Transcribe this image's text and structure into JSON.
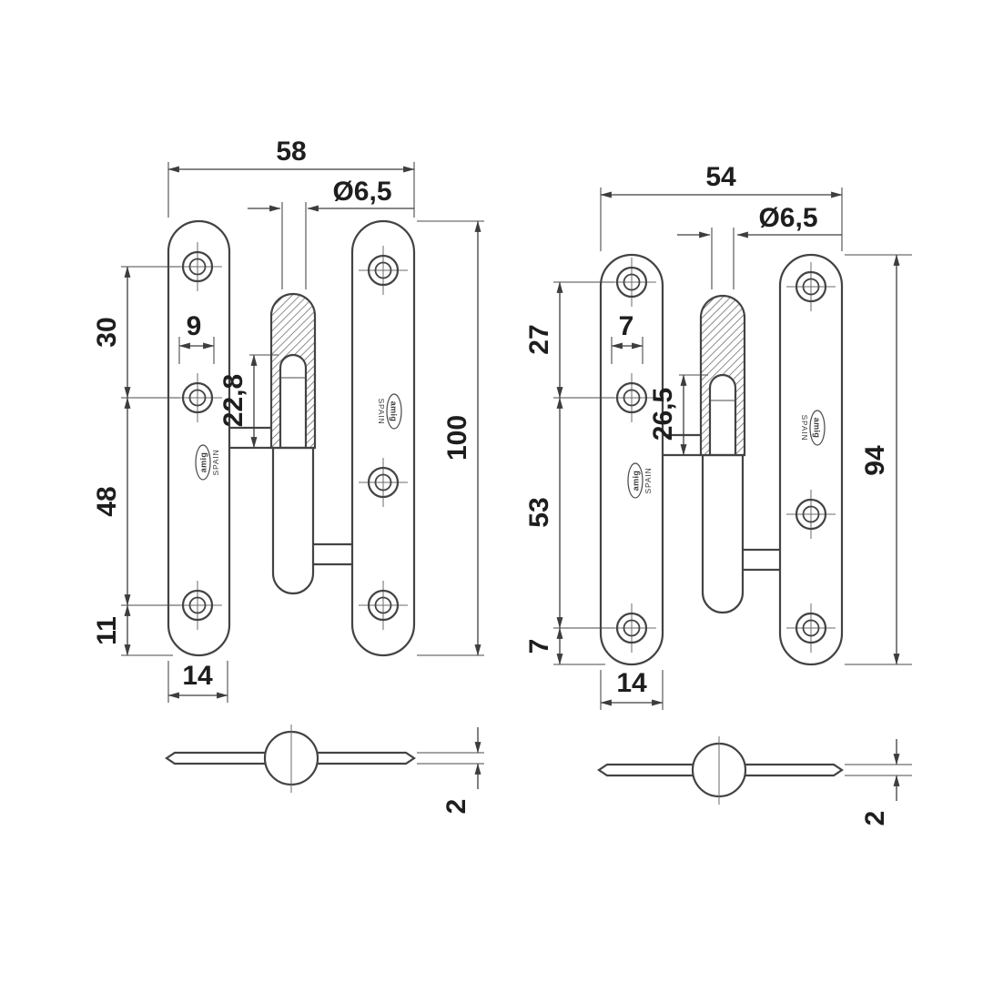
{
  "brand": {
    "name": "amig",
    "country": "SPAIN"
  },
  "left_view": {
    "dim_width": "58",
    "dim_hole_dia": "Ø6,5",
    "dim_top_hole_spacing": "30",
    "dim_hole_edge_offset": "9",
    "dim_pin_depth": "22,8",
    "dim_height": "100",
    "dim_lower_hole_spacing": "48",
    "dim_bottom_offset": "11",
    "dim_leaf_width": "14",
    "dim_thickness": "2"
  },
  "right_view": {
    "dim_width": "54",
    "dim_hole_dia": "Ø6,5",
    "dim_top_hole_spacing": "27",
    "dim_hole_edge_offset": "7",
    "dim_pin_depth": "26,5",
    "dim_height": "94",
    "dim_lower_hole_spacing": "53",
    "dim_bottom_offset": "7",
    "dim_leaf_width": "14",
    "dim_thickness": "2"
  }
}
